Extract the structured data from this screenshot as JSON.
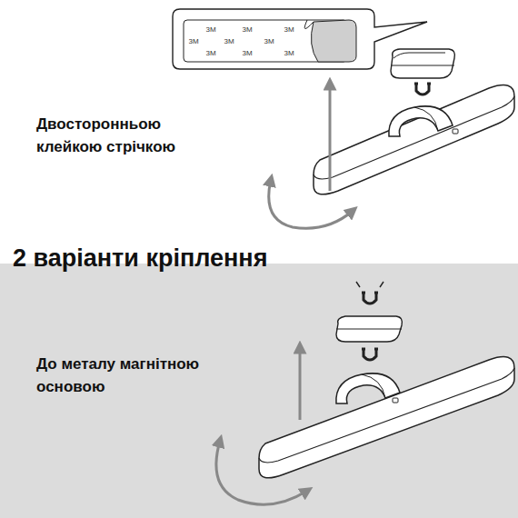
{
  "diagram": {
    "title": "2 варіанти кріплення",
    "labels": [
      "3M",
      "3M",
      "3M",
      "3M",
      "3M",
      "3M",
      "3M",
      "3M",
      "3M",
      "Двосторонньою клейкою стрічкою",
      "До металу магнітною основою"
    ]
  }
}
